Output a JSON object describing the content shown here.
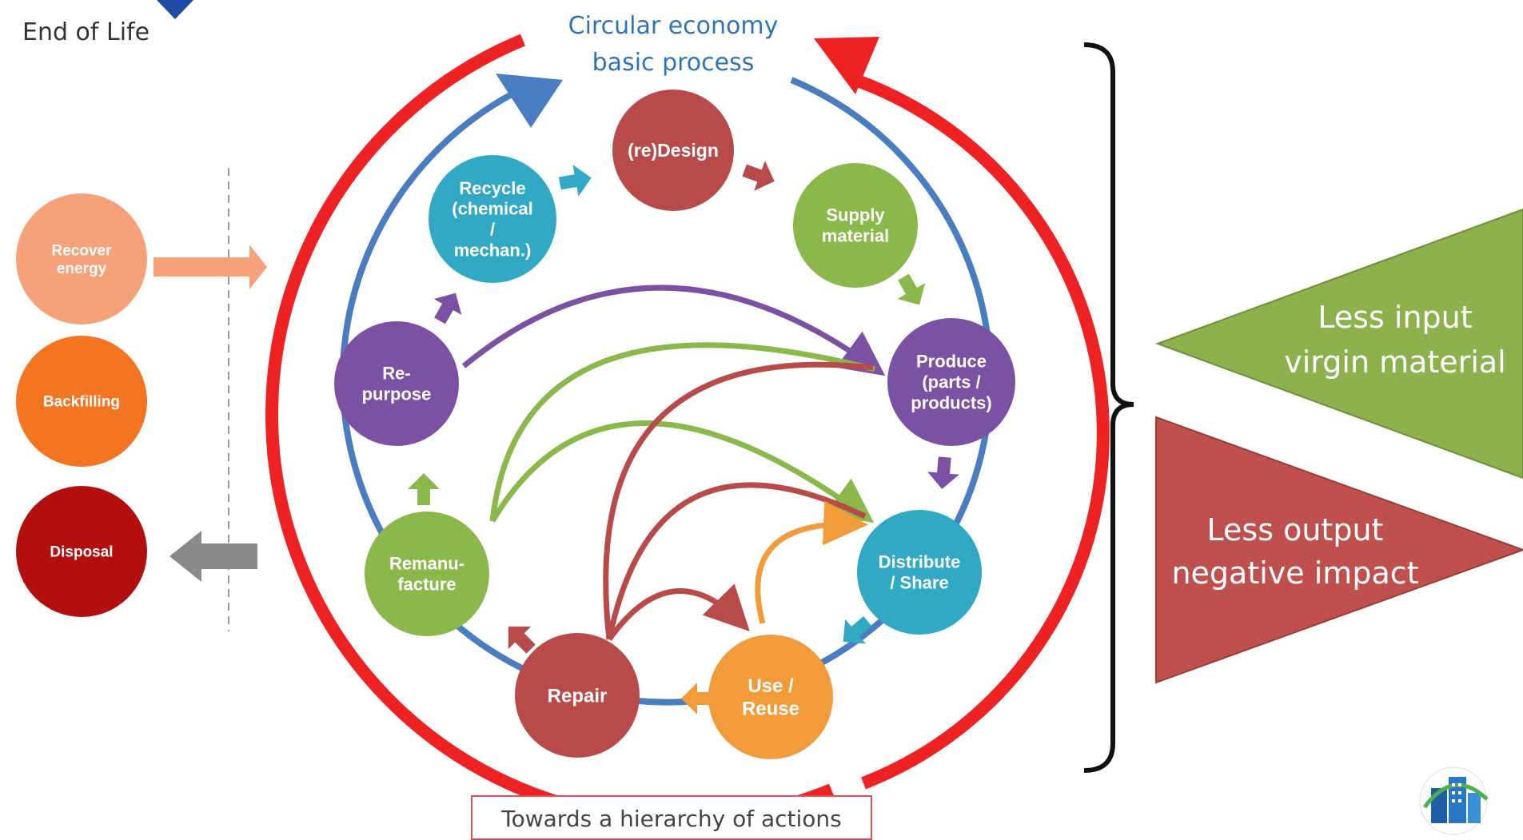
{
  "header": {
    "end_of_life": "End of Life"
  },
  "center_title": {
    "line1": "Circular economy",
    "line2": "basic process"
  },
  "footer": {
    "hierarchy": "Towards a hierarchy of actions"
  },
  "cycle_nodes": {
    "redesign": {
      "lines": [
        "(re)Design"
      ],
      "color": "#b94a4a"
    },
    "supply": {
      "lines": [
        "Supply",
        "material"
      ],
      "color": "#8bb84a"
    },
    "produce": {
      "lines": [
        "Produce",
        "(parts /",
        "products)"
      ],
      "color": "#7b52a3"
    },
    "distribute": {
      "lines": [
        "Distribute",
        "/ Share"
      ],
      "color": "#31a9c4"
    },
    "use": {
      "lines": [
        "Use /",
        "Reuse"
      ],
      "color": "#f29b3a"
    },
    "repair": {
      "lines": [
        "Repair"
      ],
      "color": "#b94a4a"
    },
    "remanufacture": {
      "lines": [
        "Remanu-",
        "facture"
      ],
      "color": "#8bb84a"
    },
    "repurpose": {
      "lines": [
        "Re-",
        "purpose"
      ],
      "color": "#7b52a3"
    },
    "recycle": {
      "lines": [
        "Recycle",
        "(chemical",
        "/",
        "mechan.)"
      ],
      "color": "#31a9c4"
    }
  },
  "eol_nodes": {
    "recover": {
      "lines": [
        "Recover",
        "energy"
      ],
      "color": "#f5a27a"
    },
    "backfilling": {
      "lines": [
        "Backfilling"
      ],
      "color": "#f37521"
    },
    "disposal": {
      "lines": [
        "Disposal"
      ],
      "color": "#b30f0f"
    }
  },
  "side_callouts": {
    "input": {
      "line1": "Less input",
      "line2": "virgin material",
      "color": "#8db24d"
    },
    "output": {
      "line1": "Less output",
      "line2": "negative impact",
      "color": "#c0504d"
    }
  },
  "colors": {
    "outer_ring": "#ee2222",
    "inner_ring": "#4a7cc2",
    "title": "#2e74b5",
    "gray_arrow": "#8a8a8a",
    "recover_arrow": "#f5a27a"
  },
  "icons": {
    "logo": "building-logo-icon"
  }
}
